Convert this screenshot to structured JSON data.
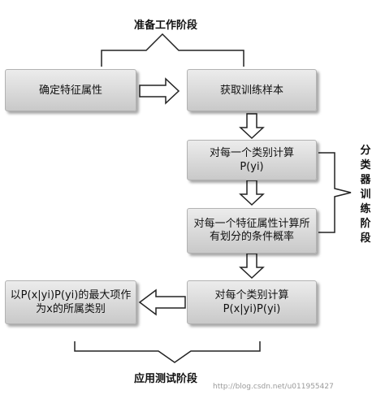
{
  "labels": {
    "prep_stage": "准备工作阶段",
    "train_stage": "分类器训练阶段",
    "apply_stage": "应用测试阶段"
  },
  "boxes": {
    "feature": "确定特征属性",
    "samples": "获取训练样本",
    "per_class_line1": "对每一个类别计算",
    "per_class_line2": "P(yi)",
    "cond_prob": "对每一个特征属性计算所有划分的条件概率",
    "joint_line1": "对每个类别计算",
    "joint_line2": "P(x|yi)P(yi)",
    "result": "以P(x|yi)P(yi)的最大项作为x的所属类别"
  },
  "watermark": "http://blog.csdn.net/u011955427"
}
